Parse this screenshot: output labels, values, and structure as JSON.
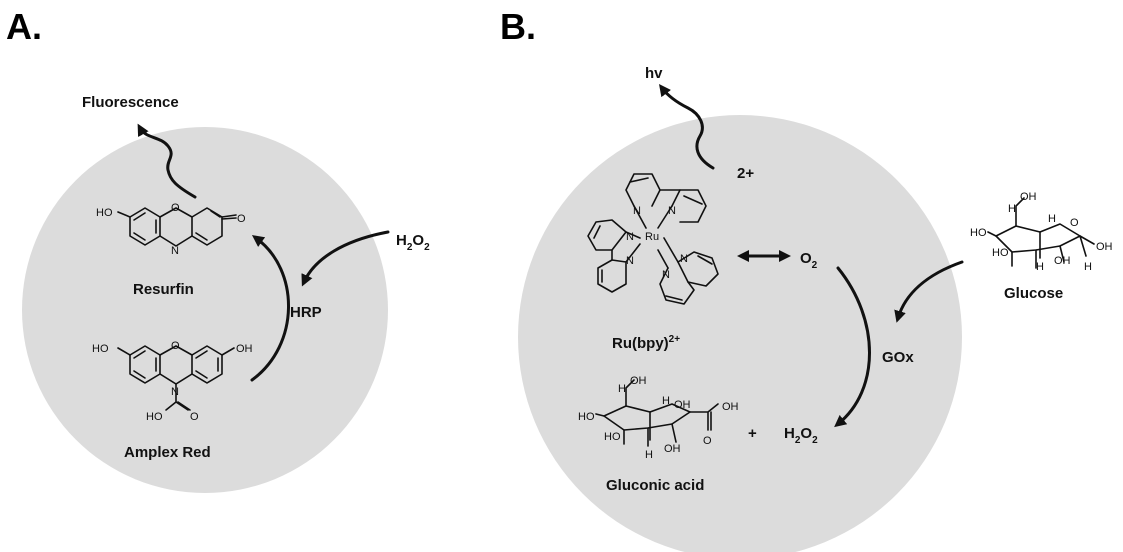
{
  "panels": {
    "a": {
      "label": "A.",
      "fluorescence": "Fluorescence",
      "reagent": "H",
      "reagent_sub": "2",
      "reagent_o": "O",
      "reagent_sub2": "2",
      "enzyme": "HRP",
      "product": "Resurfin",
      "substrate": "Amplex Red"
    },
    "b": {
      "label": "B.",
      "emission": "hv",
      "charge": "2+",
      "complex_name": "Ru(bpy)",
      "complex_sup": "2+",
      "oxygen": "O",
      "oxygen_sub": "2",
      "enzyme": "GOx",
      "glucose": "Glucose",
      "gluconic": "Gluconic acid",
      "plus": "+",
      "peroxide": "H",
      "peroxide_sub": "2",
      "peroxide_o": "O",
      "peroxide_sub2": "2"
    }
  },
  "atoms": {
    "ho": "HO",
    "oh": "OH",
    "o": "O",
    "n": "N",
    "h": "H",
    "ru": "Ru"
  },
  "colors": {
    "circle": "#dcdcdc",
    "ink": "#111111"
  }
}
